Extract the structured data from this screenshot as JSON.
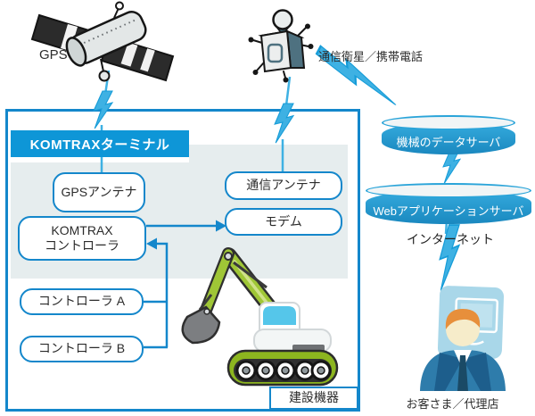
{
  "diagram": {
    "labels": {
      "gps": "GPS",
      "comm_satellite": "通信衛星／携帯電話",
      "internet": "インターネット",
      "customer": "お客さま／代理店",
      "equipment": "建設機器"
    },
    "terminal": {
      "title": "KOMTRAXターミナル",
      "gps_antenna": "GPSアンテナ",
      "comm_antenna": "通信アンテナ",
      "modem": "モデム",
      "komtrax_controller": [
        "KOMTRAX",
        "コントローラ"
      ],
      "controller_a": "コントローラ A",
      "controller_b": "コントローラ B"
    },
    "servers": {
      "data_server": "機械のデータサーバ",
      "web_server": "Webアプリケーションサーバ"
    },
    "icons": [
      "gps-satellite-icon",
      "comm-satellite-icon",
      "excavator-icon",
      "customer-icon",
      "lightning-bolt-icon"
    ],
    "colors": {
      "primary_blue": "#1487cb",
      "band_blue": "#0e96d7",
      "bolt_blue": "#3eb1e3",
      "panel_gray": "#e6edee",
      "cylinder_blue": "#2aa4d9",
      "machine_green": "#9fc636"
    }
  }
}
